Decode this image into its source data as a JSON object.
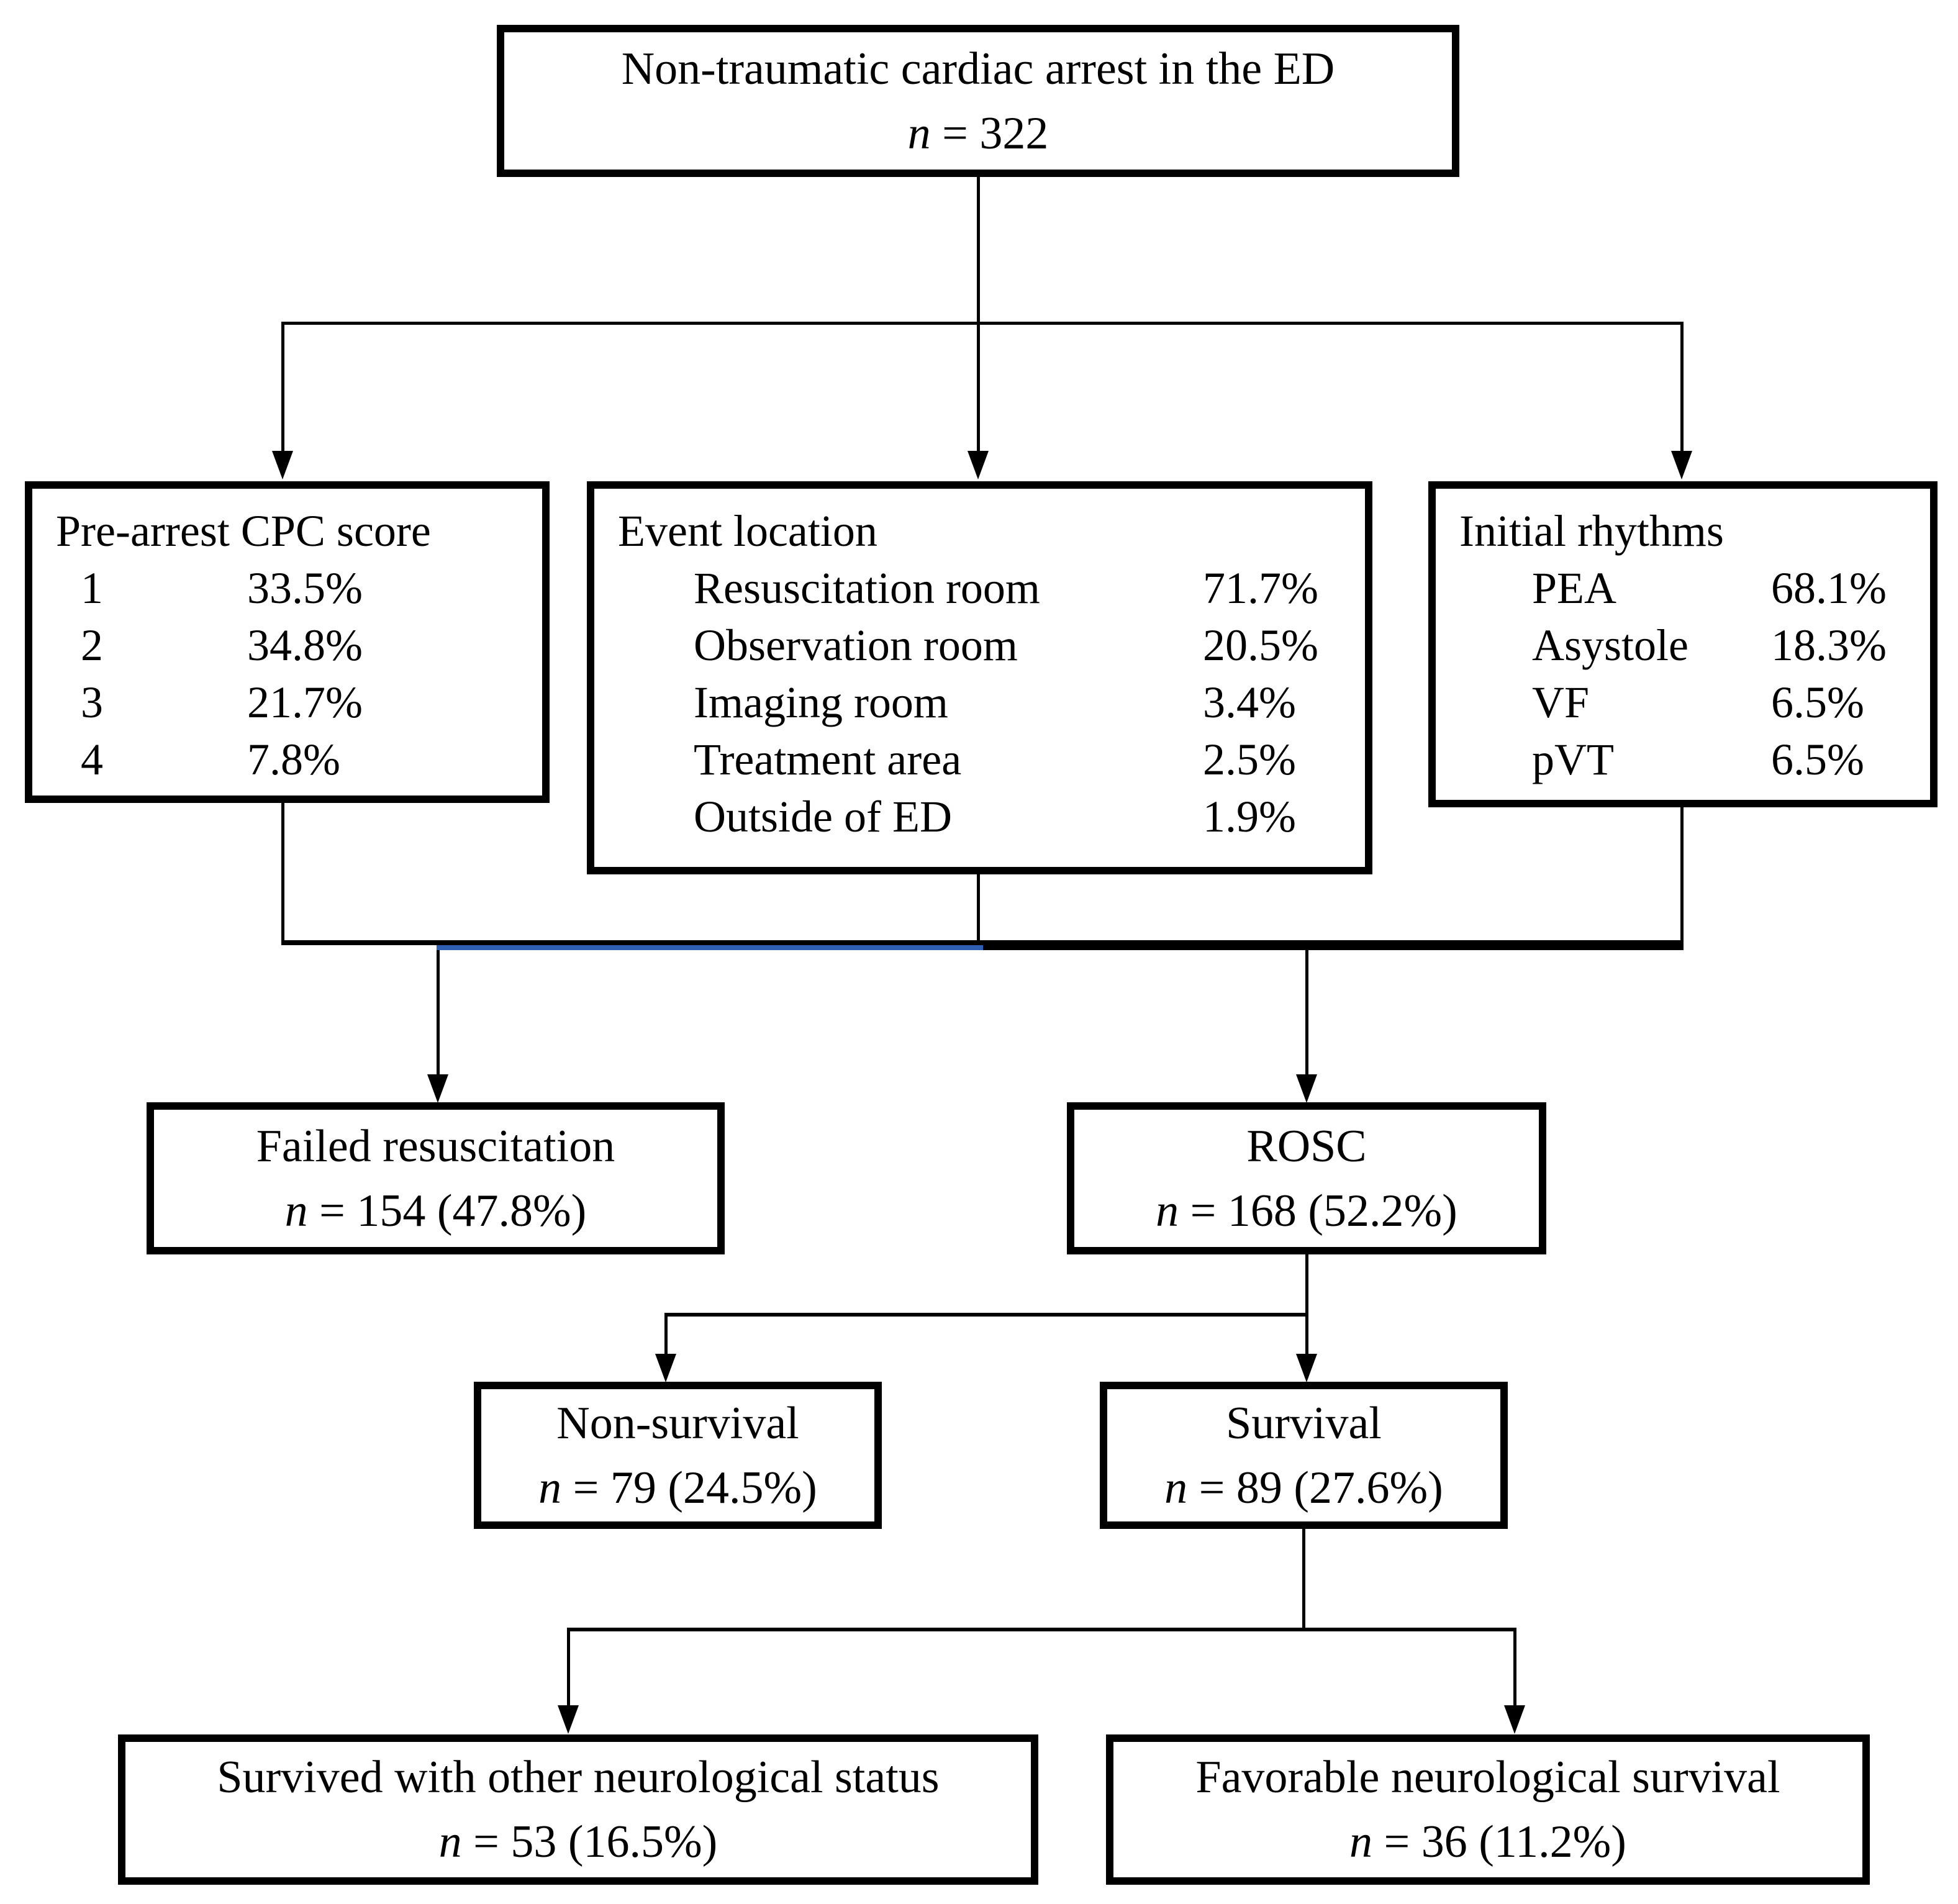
{
  "page": {
    "background": "#ffffff",
    "line_color": "#000000",
    "accent_blue": "#2E5FB3"
  },
  "nodes": {
    "root": {
      "title": "Non-traumatic cardiac arrest in the ED",
      "n": "n",
      "count": " = 322"
    },
    "cpc": {
      "title": "Pre-arrest CPC score",
      "items": [
        {
          "label": "1",
          "value": "33.5%"
        },
        {
          "label": "2",
          "value": "34.8%"
        },
        {
          "label": "3",
          "value": "21.7%"
        },
        {
          "label": "4",
          "value": "7.8%"
        }
      ]
    },
    "location": {
      "title": "Event location",
      "items": [
        {
          "label": "Resuscitation room",
          "value": "71.7%"
        },
        {
          "label": "Observation room",
          "value": "20.5%"
        },
        {
          "label": "Imaging room",
          "value": "3.4%"
        },
        {
          "label": "Treatment area",
          "value": "2.5%"
        },
        {
          "label": "Outside of ED",
          "value": "1.9%"
        }
      ]
    },
    "rhythms": {
      "title": "Initial rhythms",
      "items": [
        {
          "label": "PEA",
          "value": "68.1%"
        },
        {
          "label": "Asystole",
          "value": "18.3%"
        },
        {
          "label": "VF",
          "value": "6.5%"
        },
        {
          "label": "pVT",
          "value": "6.5%"
        }
      ]
    },
    "failed": {
      "title": "Failed resuscitation",
      "n": "n",
      "count": " = 154 (47.8%)"
    },
    "rosc": {
      "title": "ROSC",
      "n": "n",
      "count": " = 168 (52.2%)"
    },
    "nonsurvival": {
      "title": "Non-survival",
      "n": "n",
      "count": " = 79 (24.5%)"
    },
    "survival": {
      "title": "Survival",
      "n": "n",
      "count": " = 89 (27.6%)"
    },
    "other_neuro": {
      "title": "Survived with other neurological status",
      "n": "n",
      "count": " = 53 (16.5%)"
    },
    "favorable": {
      "title": "Favorable neurological survival",
      "n": "n",
      "count": " = 36 (11.2%)"
    }
  }
}
